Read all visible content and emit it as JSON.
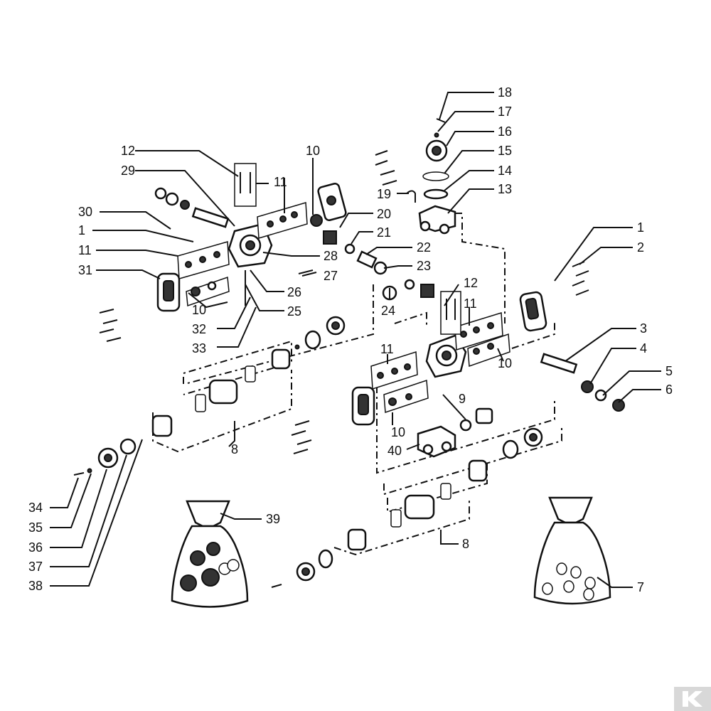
{
  "callouts": [
    {
      "id": "c18",
      "text": "18"
    },
    {
      "id": "c17",
      "text": "17"
    },
    {
      "id": "c16",
      "text": "16"
    },
    {
      "id": "c15",
      "text": "15"
    },
    {
      "id": "c14",
      "text": "14"
    },
    {
      "id": "c13",
      "text": "13"
    },
    {
      "id": "c19",
      "text": "19"
    },
    {
      "id": "c20",
      "text": "20"
    },
    {
      "id": "c21",
      "text": "21"
    },
    {
      "id": "c22",
      "text": "22"
    },
    {
      "id": "c23",
      "text": "23"
    },
    {
      "id": "c24",
      "text": "24"
    },
    {
      "id": "c10a",
      "text": "10"
    },
    {
      "id": "c12a",
      "text": "12"
    },
    {
      "id": "c29",
      "text": "29"
    },
    {
      "id": "c11a",
      "text": "11"
    },
    {
      "id": "c30",
      "text": "30"
    },
    {
      "id": "c1a",
      "text": "1"
    },
    {
      "id": "c11b",
      "text": "11"
    },
    {
      "id": "c31",
      "text": "31"
    },
    {
      "id": "c28",
      "text": "28"
    },
    {
      "id": "c27",
      "text": "27"
    },
    {
      "id": "c26",
      "text": "26"
    },
    {
      "id": "c25",
      "text": "25"
    },
    {
      "id": "c10b",
      "text": "10"
    },
    {
      "id": "c32",
      "text": "32"
    },
    {
      "id": "c33",
      "text": "33"
    },
    {
      "id": "c12b",
      "text": "12"
    },
    {
      "id": "c11c",
      "text": "11"
    },
    {
      "id": "c11d",
      "text": "11"
    },
    {
      "id": "c10c",
      "text": "10"
    },
    {
      "id": "c9",
      "text": "9"
    },
    {
      "id": "c10d",
      "text": "10"
    },
    {
      "id": "c40",
      "text": "40"
    },
    {
      "id": "c8a",
      "text": "8"
    },
    {
      "id": "c8b",
      "text": "8"
    },
    {
      "id": "c1b",
      "text": "1"
    },
    {
      "id": "c2",
      "text": "2"
    },
    {
      "id": "c3",
      "text": "3"
    },
    {
      "id": "c4",
      "text": "4"
    },
    {
      "id": "c5",
      "text": "5"
    },
    {
      "id": "c6",
      "text": "6"
    },
    {
      "id": "c7",
      "text": "7"
    },
    {
      "id": "c34",
      "text": "34"
    },
    {
      "id": "c35",
      "text": "35"
    },
    {
      "id": "c36",
      "text": "36"
    },
    {
      "id": "c37",
      "text": "37"
    },
    {
      "id": "c38",
      "text": "38"
    },
    {
      "id": "c39",
      "text": "39"
    }
  ]
}
